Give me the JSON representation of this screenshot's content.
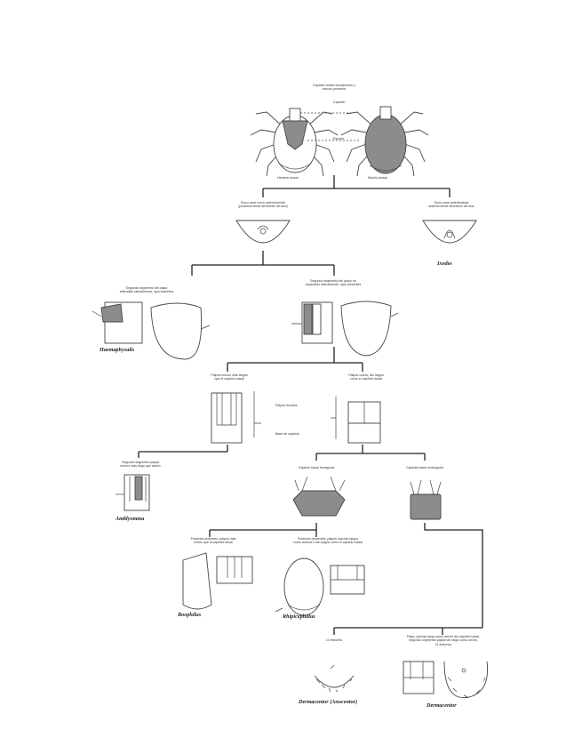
{
  "nodes": {
    "root": {
      "lines": [
        "Capítulo visible dorsalmente y",
        "escudo presente"
      ]
    },
    "n1a": {
      "lines": [
        "Surco anal curvo anteriormente",
        "(posteriormente alrededor del ano)"
      ]
    },
    "n1b": {
      "lines": [
        "Surco anal anteriórdidos",
        "anteriormente alrededor del ano"
      ]
    },
    "n2a": {
      "lines": [
        "Segundo segmento del palpo",
        "extendido lateralmente, ojos ausentes"
      ]
    },
    "n2b": {
      "lines": [
        "Segundo segmento del palpo no",
        "expandido lateralmente, ojos presentes"
      ]
    },
    "n3a": {
      "lines": [
        "Palpos mucho más largos",
        "que el capítulo basal"
      ]
    },
    "n3b": {
      "lines": [
        "Palpos cortos, tan largos",
        "como el capítulo basal"
      ]
    },
    "n4a": {
      "lines": [
        "Segundo segmento palpal",
        "mucho más largo que ancho"
      ]
    },
    "n4b": {
      "lines": [
        "Capítulo basal hexagonal"
      ]
    },
    "n4c": {
      "lines": [
        "Capítulo basal rectangular"
      ]
    },
    "n5a": {
      "lines": [
        "Festones ausentes, palpos más",
        "cortos que el capítulo basal"
      ]
    },
    "n5b": {
      "lines": [
        "Festones presentes, palpos casi tan largos",
        "como anchos o tan largos como el capítulo basal"
      ]
    },
    "n6a": {
      "lines": [
        "11 festones"
      ]
    },
    "n6b": {
      "lines": [
        "Palpo casi tan largo como ancho del capítulo basal,",
        "segundo segmento palpal tan largo como ancho,",
        "11 festones"
      ]
    }
  },
  "diagram_labels": {
    "capitulo": "Capítulo",
    "escudo": "Escudo",
    "hembra_dorsal": "Hembra dorsal",
    "macho_dorsal": "Macho dorsal",
    "palpos": "Palpos bucales",
    "base": "Base de capítulo"
  },
  "genera": {
    "ixodes": "Ixodes",
    "haemaphysalis": "Haemaphysalis",
    "amblyomma": "Amblyomma",
    "boophilus": "Boophilus",
    "rhipicephalus": "Rhipicephalus",
    "dermacentor_anocentor": "Dermacentor (Anocentor)",
    "dermacentor": "Dermacentor"
  },
  "colors": {
    "line": "#222222",
    "shade": "#8c8c8c",
    "outline": "#444444"
  }
}
